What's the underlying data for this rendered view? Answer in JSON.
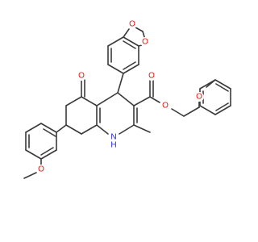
{
  "molecule": {
    "atom_labels": {
      "o_diox_1": "O",
      "o_diox_2": "O",
      "o_ketone": "O",
      "o_ester_carbonyl": "O",
      "o_ester": "O",
      "o_ether_chain": "O",
      "o_methoxy": "O",
      "n_amine": "N",
      "h_amine": "H"
    },
    "colors": {
      "oxygen": "#e8150b",
      "nitrogen": "#1f1fd6",
      "bond": "#3a3a3a"
    }
  }
}
